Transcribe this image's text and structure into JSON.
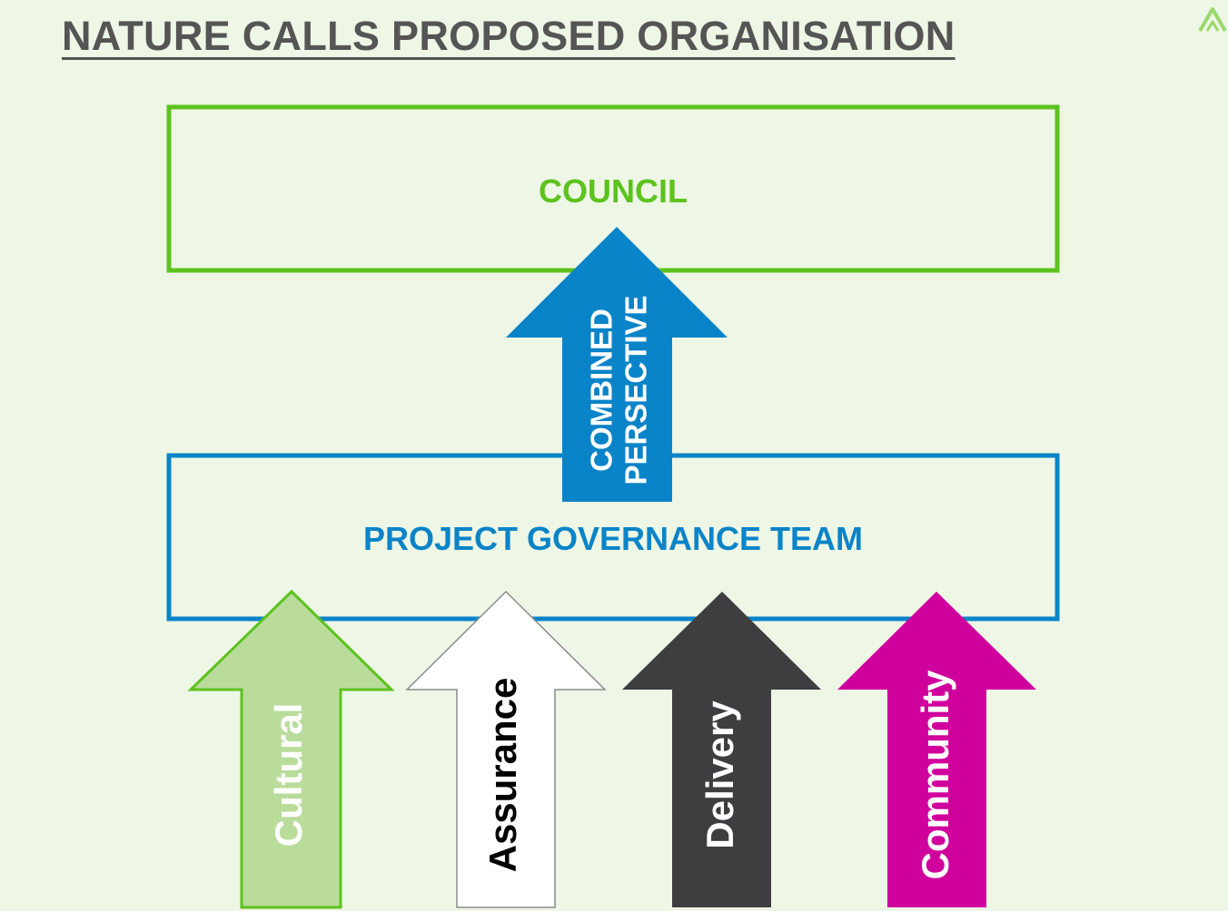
{
  "title": "NATURE CALLS PROPOSED ORGANISATION",
  "colors": {
    "background": "#eef6e6",
    "title": "#555555",
    "council": "#5dc21e",
    "governance": "#0a84c8",
    "combined_arrow": "#0a84c8",
    "cultural_fill": "#b9dc9b",
    "cultural_stroke": "#5dc21e",
    "assurance_fill": "#ffffff",
    "assurance_stroke": "#8c8c8c",
    "delivery": "#3e3e40",
    "community": "#d0009c"
  },
  "boxes": {
    "council": {
      "label": "COUNCIL"
    },
    "governance": {
      "label": "PROJECT GOVERNANCE TEAM"
    }
  },
  "arrows": {
    "combined": {
      "line1": "COMBINED",
      "line2": "PERSECTIVE"
    },
    "inputs": [
      {
        "key": "cultural",
        "label": "Cultural"
      },
      {
        "key": "assurance",
        "label": "Assurance"
      },
      {
        "key": "delivery",
        "label": "Delivery"
      },
      {
        "key": "community",
        "label": "Community"
      }
    ]
  },
  "icons": {
    "logo": "chevron-up-logo-icon"
  }
}
